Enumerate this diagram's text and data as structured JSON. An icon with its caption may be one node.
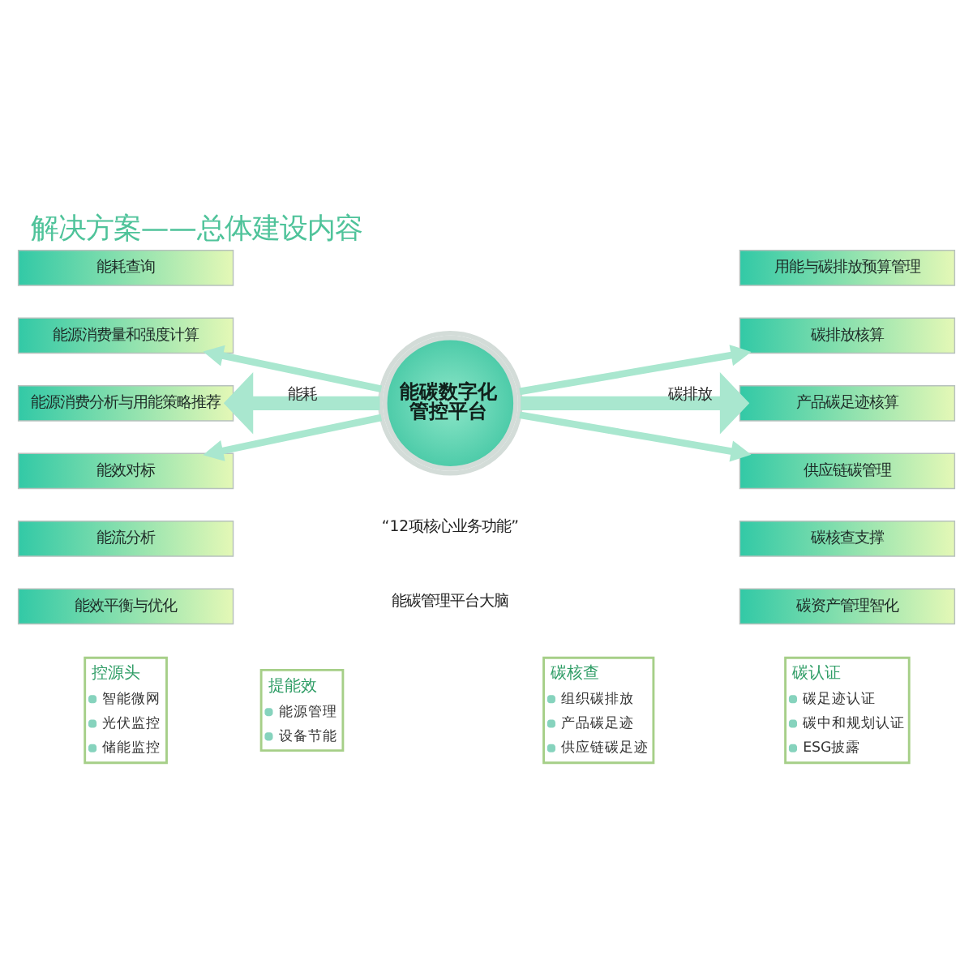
{
  "diagram": {
    "title": "解决方案——总体建设内容",
    "nodes": [
      {
        "text": [
          "能耗查询"
        ]
      },
      {
        "text": [
          "能源消费量和强度计算"
        ]
      },
      {
        "text": [
          "能源消费分析与用能策略推荐"
        ]
      },
      {
        "text": [
          "能效对标"
        ]
      },
      {
        "text": [
          "能流分析"
        ]
      },
      {
        "text": [
          "能效平衡与优化"
        ]
      },
      {
        "text": [
          "能碳数字化管控平台"
        ]
      },
      {
        "text": [
          "用能与碳排放预算管理"
        ]
      },
      {
        "text": [
          "碳排放核算"
        ]
      },
      {
        "text": [
          "产品碳足迹核算"
        ]
      },
      {
        "text": [
          "供应链碳管理"
        ]
      },
      {
        "text": [
          "碳核查支撑"
        ]
      },
      {
        "text": [
          "碳资产管理智化"
        ]
      },
      {
        "text": [
          "控源头",
          "智能微网",
          "光伏监控",
          "储能监控"
        ]
      },
      {
        "text": [
          "提能效",
          "能源管理",
          "设备节能"
        ]
      },
      {
        "text": [
          "碳核查",
          "组织碳排放",
          "产品碳足迹",
          "供应链碳足迹"
        ]
      },
      {
        "text": [
          "碳认证",
          "碳足迹认证",
          "碳中和规划认证",
          "ESG披露"
        ]
      }
    ],
    "edges": [
      {
        "from": 6,
        "to": 1,
        "arrow": "to"
      },
      {
        "from": 6,
        "to": 2,
        "arrow": "to",
        "label": "能耗",
        "style": "thick"
      },
      {
        "from": 6,
        "to": 3,
        "arrow": "to"
      },
      {
        "from": 6,
        "to": 8,
        "arrow": "to"
      },
      {
        "from": 6,
        "to": 9,
        "arrow": "to",
        "label": "碳排放",
        "style": "thick"
      },
      {
        "from": 6,
        "to": 10,
        "arrow": "to"
      }
    ],
    "labels": [
      "“12项核心业务功能”",
      "能碳管理平台大脑"
    ]
  }
}
